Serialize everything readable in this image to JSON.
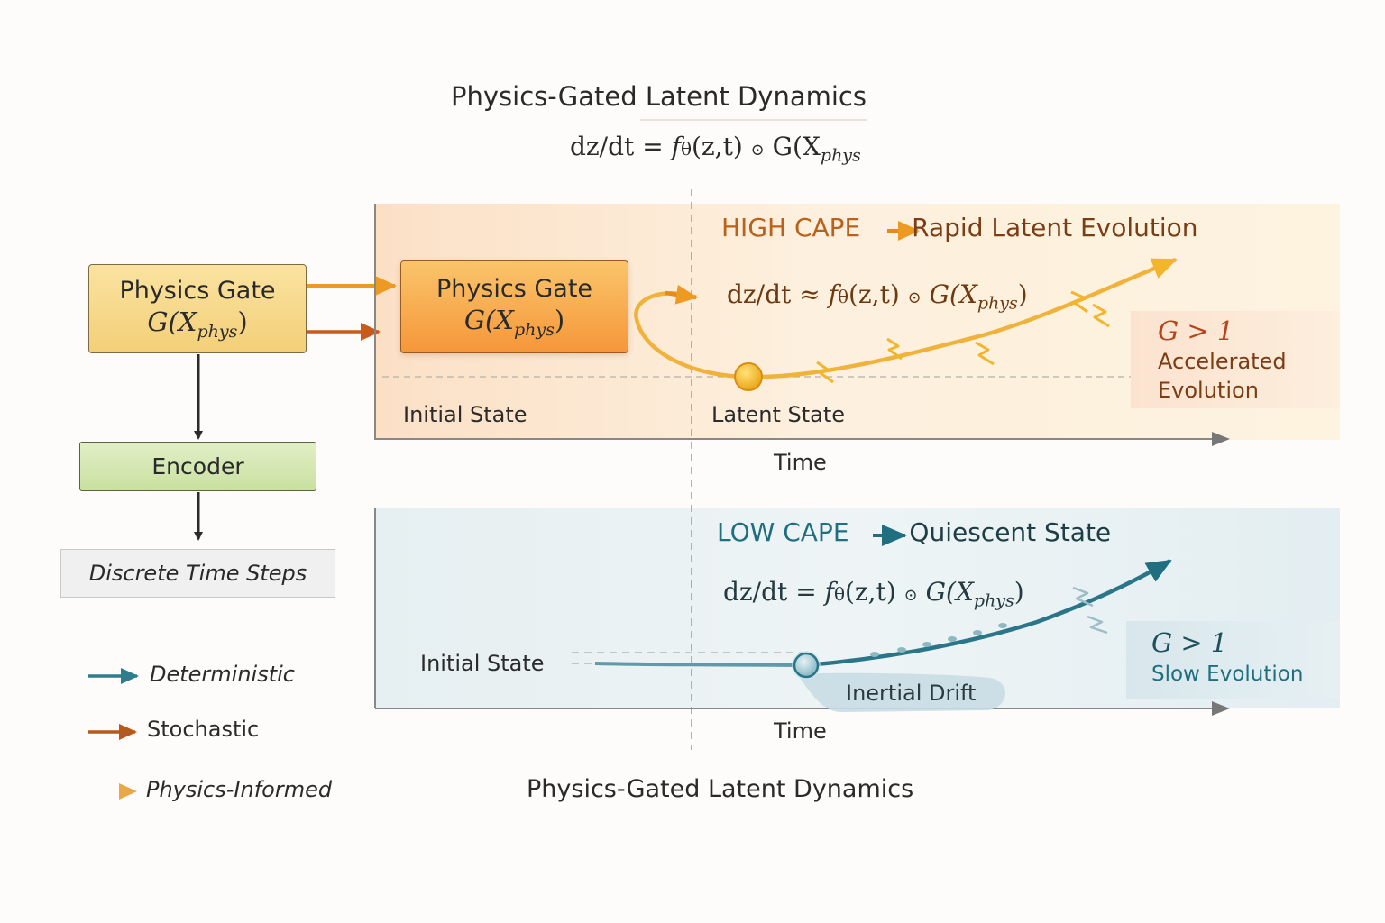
{
  "header": {
    "title": "Physics-Gated Latent Dynamics",
    "equation": {
      "lhs": "dz/dt",
      "op": "=",
      "f": "f",
      "theta": "θ",
      "args": "(z,t)",
      "circ": "⊙",
      "g": "G(X",
      "sub": "phys"
    }
  },
  "left": {
    "gate": {
      "title": "Physics Gate",
      "formula": "G(X",
      "sub": "phys",
      "close": ")"
    },
    "encoder": "Encoder",
    "steps": "Discrete Time Steps"
  },
  "legend": [
    {
      "label": "Deterministic",
      "color": "#2f7d8c"
    },
    {
      "label": "Stochastic",
      "color": "#b55a1c"
    },
    {
      "label": "Physics-Informed",
      "color": "#e8a848"
    }
  ],
  "high": {
    "heading_a": "HIGH CAPE",
    "heading_b": "Rapid Latent Evolution",
    "gate": {
      "title": "Physics Gate",
      "formula": "G(X",
      "sub": "phys",
      "close": ")"
    },
    "equation": {
      "lhs": "dz/dt",
      "op": "≈",
      "f": "f",
      "theta": "θ",
      "args": "(z,t)",
      "circ": "⊙",
      "g": "G(X",
      "sub": "phys",
      "close": ")"
    },
    "initial": "Initial State",
    "latent": "Latent State",
    "time": "Time",
    "callout": {
      "g": "G > 1",
      "line1": "Accelerated",
      "line2": "Evolution"
    }
  },
  "low": {
    "heading_a": "LOW CAPE",
    "heading_b": "Quiescent State",
    "equation": {
      "lhs": "dz/dt",
      "op": "=",
      "f": "f",
      "theta": "θ",
      "args": "(z,t)",
      "circ": "⊙",
      "g": "G(X",
      "sub": "phys",
      "close": ")"
    },
    "initial": "Initial State",
    "drift": "Inertial Drift",
    "time": "Time",
    "callout": {
      "g": "G > 1",
      "line1": "Slow Evolution"
    }
  },
  "footer": {
    "title": "Physics-Gated Latent Dynamics"
  },
  "colors": {
    "gate_fill": "#f7d98a",
    "encoder_fill": "#d6e8b0",
    "accent_orange": "#e58a1f",
    "accent_teal": "#2f7d8c",
    "high_bg": "#fde9cf",
    "low_bg": "#e4eef0",
    "dark_orange": "#a8501a"
  }
}
